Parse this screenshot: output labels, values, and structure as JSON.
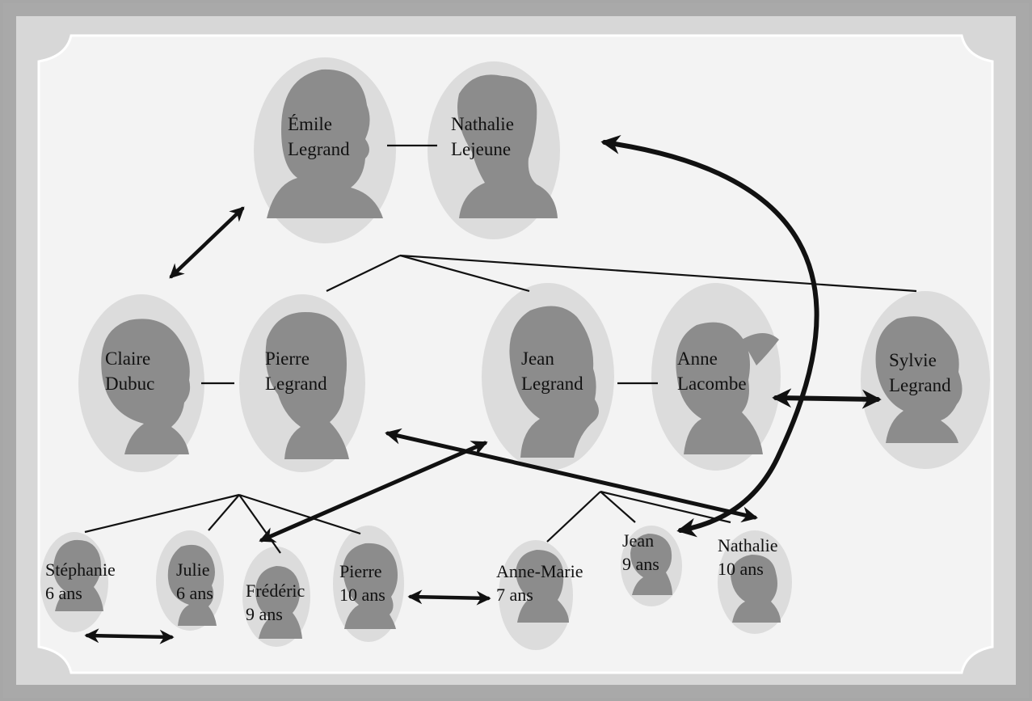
{
  "colors": {
    "frame": "#a7a7a7",
    "panel": "#f3f3f3",
    "oval": "#dcdcdc",
    "silhouette": "#8c8c8c",
    "lines": "#111111"
  },
  "people": {
    "emile": {
      "first": "Émile",
      "second": "Legrand"
    },
    "nathalie": {
      "first": "Nathalie",
      "second": "Lejeune"
    },
    "claire": {
      "first": "Claire",
      "second": "Dubuc"
    },
    "pierre": {
      "first": "Pierre",
      "second": "Legrand"
    },
    "jean": {
      "first": "Jean",
      "second": "Legrand"
    },
    "anne": {
      "first": "Anne",
      "second": "Lacombe"
    },
    "sylvie": {
      "first": "Sylvie",
      "second": "Legrand"
    },
    "stephanie": {
      "first": "Stéphanie",
      "second": "6 ans"
    },
    "julie": {
      "first": "Julie",
      "second": "6 ans"
    },
    "frederic": {
      "first": "Frédéric",
      "second": "9 ans"
    },
    "pierre_jr": {
      "first": "Pierre",
      "second": "10 ans"
    },
    "annemarie": {
      "first": "Anne-Marie",
      "second": "7 ans"
    },
    "jean_jr": {
      "first": "Jean",
      "second": "9 ans"
    },
    "nathalie_jr": {
      "first": "Nathalie",
      "second": "10 ans"
    }
  }
}
